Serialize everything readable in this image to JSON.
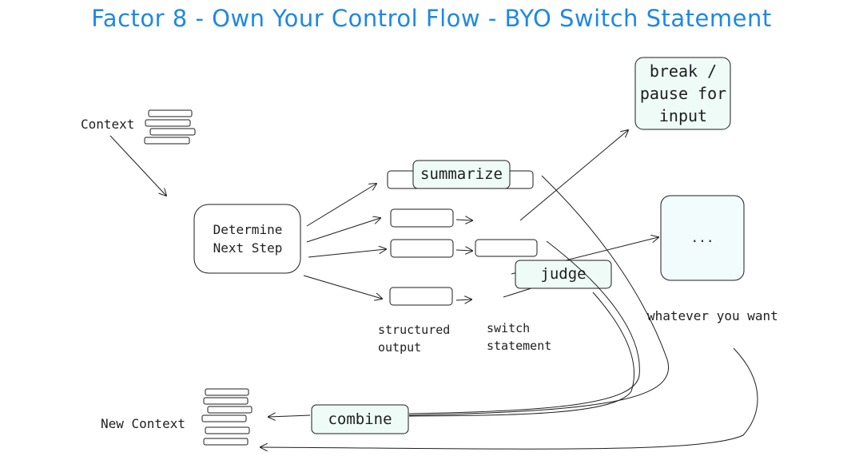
{
  "title": "Factor 8 - Own Your Control Flow - BYO Switch Statement",
  "labels": {
    "context": "Context",
    "determine_next_step": "Determine Next Step",
    "summarize": "summarize",
    "judge": "judge",
    "break_pause": "break / pause for input",
    "ellipsis": "...",
    "whatever_you_want": "whatever you want",
    "structured_output": "structured output",
    "switch_statement": "switch statement",
    "combine": "combine",
    "new_context": "New Context"
  },
  "colors": {
    "title": "#1e88e5",
    "stroke": "#1e1e1e",
    "node_fill": "#eefbf7",
    "light_fill": "#f2fcfc",
    "card_fill": "#ffffff"
  }
}
